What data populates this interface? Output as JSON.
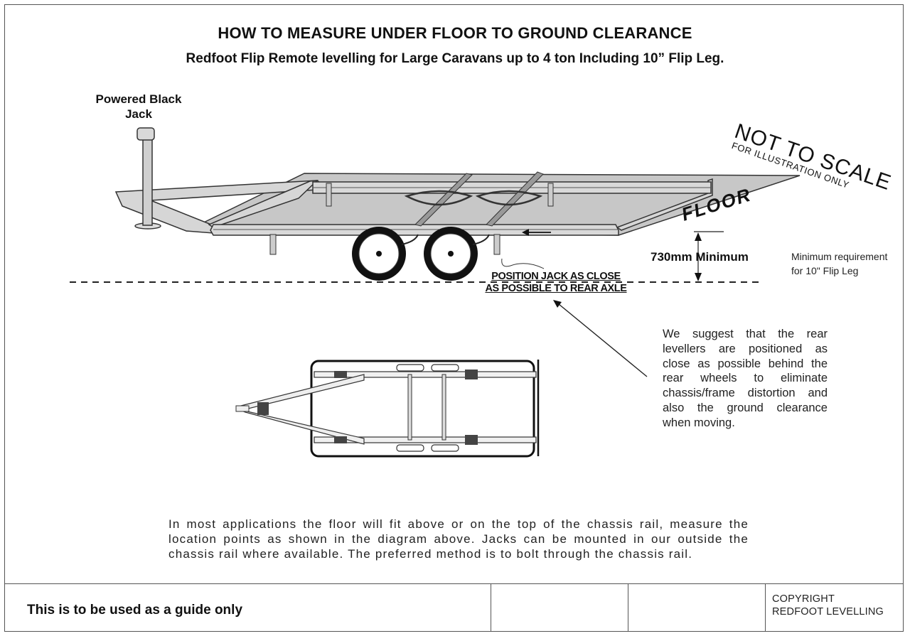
{
  "header": {
    "title": "HOW TO MEASURE UNDER FLOOR TO GROUND CLEARANCE",
    "subtitle": "Redfoot Flip Remote levelling for Large Caravans up to 4 ton Including 10” Flip Leg."
  },
  "diagram": {
    "jack_label_line1": "Powered Black",
    "jack_label_line2": "Jack",
    "not_to_scale": "NOT TO SCALE",
    "for_illustration": "FOR ILLUSTRATION ONLY",
    "floor_label": "FLOOR",
    "minimum_label": "730mm Minimum",
    "requirement_line1": "Minimum requirement",
    "requirement_line2": "for 10\" Flip Leg",
    "position_line1": "POSITION JACK AS CLOSE",
    "position_line2": "AS POSSIBLE TO REAR AXLE"
  },
  "suggestion": "We suggest that the rear levellers are positioned as close as possible behind the rear wheels to eliminate chassis/frame distortion and also the ground clearance when moving.",
  "body": "In most applications the floor will fit above or on the top of the chassis rail, measure the location points as shown in the diagram above. Jacks can be mounted in our outside the chassis rail where available. The preferred method is to bolt through the chassis rail.",
  "footer": {
    "guide": "This is to be used as a guide only",
    "copyright_line1": "COPYRIGHT",
    "copyright_line2": "REDFOOT LEVELLING"
  },
  "colors": {
    "floor_fill": "#c7c7c7",
    "frame_fill": "#d6d6d6",
    "outline": "#333333"
  }
}
